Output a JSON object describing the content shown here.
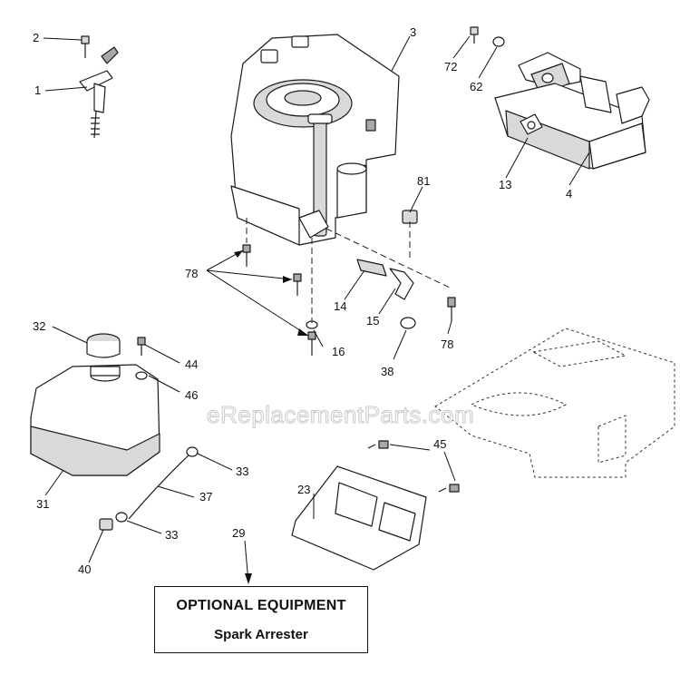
{
  "watermark": "eReplacementParts.com",
  "callouts": {
    "p1": "1",
    "p2": "2",
    "p3": "3",
    "p4": "4",
    "p13": "13",
    "p14": "14",
    "p15": "15",
    "p16": "16",
    "p23": "23",
    "p29": "29",
    "p31": "31",
    "p32": "32",
    "p33a": "33",
    "p33b": "33",
    "p37": "37",
    "p38": "38",
    "p40": "40",
    "p44": "44",
    "p45": "45",
    "p46": "46",
    "p62": "62",
    "p72": "72",
    "p78a": "78",
    "p78b": "78",
    "p81": "81"
  },
  "optional_equipment": {
    "title": "OPTIONAL EQUIPMENT",
    "subtitle": "Spark Arrester"
  }
}
